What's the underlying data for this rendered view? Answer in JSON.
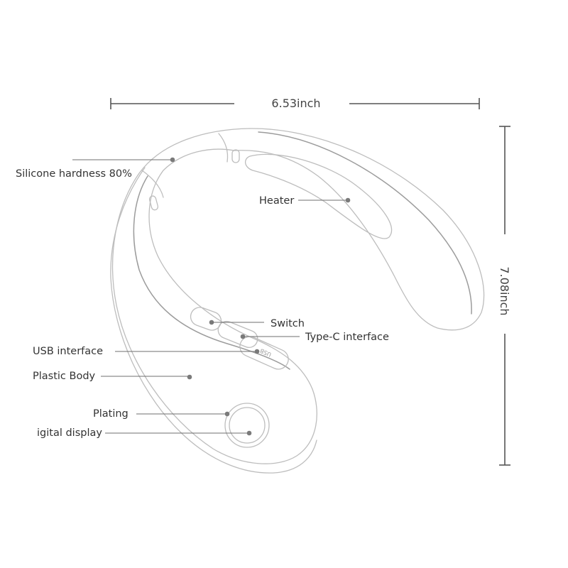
{
  "dimensions": {
    "width_label": "6.53inch",
    "height_label": "7.08inch"
  },
  "callouts": {
    "silicone": "Silicone hardness 80%",
    "heater": "Heater",
    "switch": "Switch",
    "type_c": "Type-C interface",
    "usb": "USB interface",
    "plastic_body": "Plastic Body",
    "plating": "Plating",
    "display": "igital display"
  },
  "device": {
    "usb_marking": "USB"
  },
  "colors": {
    "outline": "#bdbdbd",
    "leader": "#6f6f6f",
    "text": "#333333"
  }
}
